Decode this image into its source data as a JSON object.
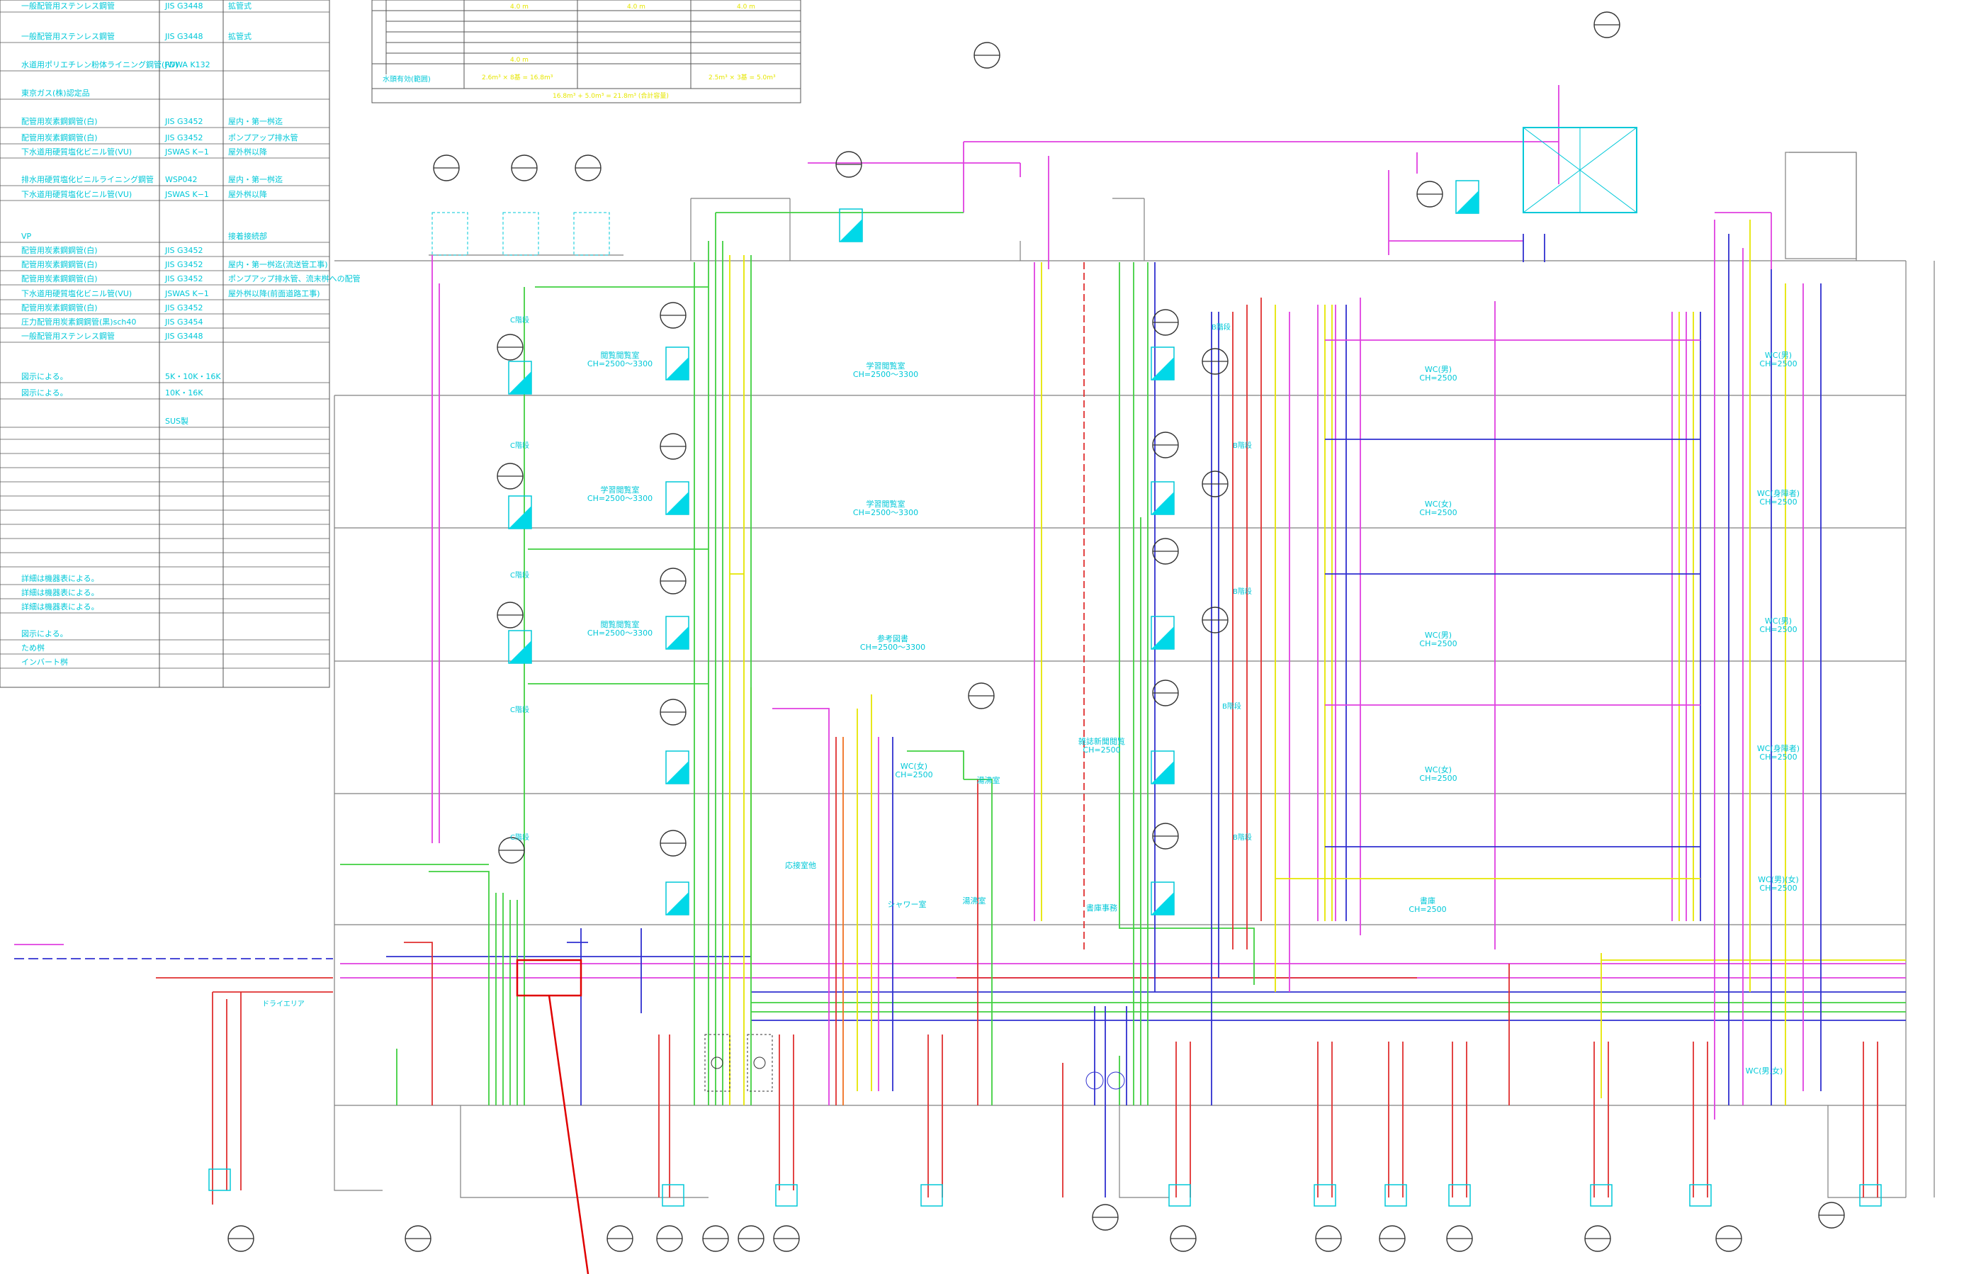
{
  "drawing": {
    "colors": {
      "background": "#ffffff",
      "frame": "#808080",
      "cyan": "#00c8d8",
      "magenta": "#e040e0",
      "green": "#40d040",
      "red": "#e03030",
      "blue": "#3030d0",
      "yellow": "#e6e600",
      "orange": "#f07020",
      "highlight": "#e00000"
    }
  },
  "legend": {
    "rows": [
      {
        "text": "一般配管用ステンレス鋼管",
        "code": "JIS G3448",
        "note": "拡管式"
      },
      {
        "text": "一般配管用ステンレス鋼管",
        "code": "JIS G3448",
        "note": "拡管式"
      },
      {
        "text": "水道用ポリエチレン粉体ライニング鋼管(PD)",
        "code": "JWWA K132",
        "note": ""
      },
      {
        "text": "東京ガス(株)認定品",
        "code": "",
        "note": ""
      },
      {
        "text": "配管用炭素鋼鋼管(白)",
        "code": "JIS G3452",
        "note": "屋内・第一桝迄"
      },
      {
        "text": "配管用炭素鋼鋼管(白)",
        "code": "JIS G3452",
        "note": "ポンプアップ排水管"
      },
      {
        "text": "下水道用硬質塩化ビニル管(VU)",
        "code": "JSWAS K−1",
        "note": "屋外桝以降"
      },
      {
        "text": "排水用硬質塩化ビニルライニング鋼管",
        "code": "WSP042",
        "note": "屋内・第一桝迄"
      },
      {
        "text": "下水道用硬質塩化ビニル管(VU)",
        "code": "JSWAS K−1",
        "note": "屋外桝以降"
      },
      {
        "text": "VP",
        "code": "",
        "note": "接着接続部"
      },
      {
        "text": "配管用炭素鋼鋼管(白)",
        "code": "JIS G3452",
        "note": ""
      },
      {
        "text": "配管用炭素鋼鋼管(白)",
        "code": "JIS G3452",
        "note": "屋内・第一桝迄(流送管工事)"
      },
      {
        "text": "配管用炭素鋼鋼管(白)",
        "code": "JIS G3452",
        "note": "ポンプアップ排水管、流末桝への配管"
      },
      {
        "text": "下水道用硬質塩化ビニル管(VU)",
        "code": "JSWAS K−1",
        "note": "屋外桝以降(前面道路工事)"
      },
      {
        "text": "配管用炭素鋼鋼管(白)",
        "code": "JIS G3452",
        "note": ""
      },
      {
        "text": "圧力配管用炭素鋼鋼管(黒)sch40",
        "code": "JIS G3454",
        "note": ""
      },
      {
        "text": "一般配管用ステンレス鋼管",
        "code": "JIS G3448",
        "note": ""
      },
      {
        "text": "図示による。",
        "code": "5K・10K・16K",
        "note": ""
      },
      {
        "text": "図示による。",
        "code": "10K・16K",
        "note": ""
      },
      {
        "text": "",
        "code": "SUS製",
        "note": ""
      },
      {
        "text": "詳細は機器表による。",
        "code": "",
        "note": ""
      },
      {
        "text": "詳細は機器表による。",
        "code": "",
        "note": ""
      },
      {
        "text": "詳細は機器表による。",
        "code": "",
        "note": ""
      },
      {
        "text": "図示による。",
        "code": "",
        "note": ""
      },
      {
        "text": "ため桝",
        "code": "",
        "note": ""
      },
      {
        "text": "インバート桝",
        "code": "",
        "note": ""
      }
    ]
  },
  "top_table": {
    "col_values": [
      "4.0 m",
      "4.0 m",
      "4.0 m",
      "4.0 m"
    ],
    "footer_left": "水頭有効(範囲)",
    "formula_1": "2.6m³ × 8基 = 16.8m³",
    "formula_2": "2.5m³ × 3基 = 5.0m³",
    "footer_note": "16.8m³ + 5.0m³ = 21.8m³ (合計容量)"
  },
  "rooms": [
    {
      "name": "閲覧閲覧室",
      "ch": "CH=2500〜3300"
    },
    {
      "name": "学習閲覧室",
      "ch": "CH=2500〜3300"
    },
    {
      "name": "閲覧閲覧室",
      "ch": "CH=2500〜3300"
    },
    {
      "name": "学習閲覧室",
      "ch": "CH=2500〜3300"
    },
    {
      "name": "学習閲覧室",
      "ch": "CH=2500〜3300"
    },
    {
      "name": "参考図書",
      "ch": "CH=2500〜3300"
    },
    {
      "name": "WC(女)",
      "ch": "CH=2500"
    },
    {
      "name": "湯沸室",
      "ch": ""
    },
    {
      "name": "応接室他",
      "ch": ""
    },
    {
      "name": "シャワー室",
      "ch": ""
    },
    {
      "name": "湯沸室",
      "ch": ""
    },
    {
      "name": "雑誌新聞閲覧",
      "ch": "CH=2500"
    },
    {
      "name": "書庫事務",
      "ch": ""
    },
    {
      "name": "WC(男)",
      "ch": "CH=2500"
    },
    {
      "name": "WC(女)",
      "ch": "CH=2500"
    },
    {
      "name": "WC(男)",
      "ch": "CH=2500"
    },
    {
      "name": "WC(女)",
      "ch": "CH=2500"
    },
    {
      "name": "書庫",
      "ch": "CH=2500"
    },
    {
      "name": "WC(男)",
      "ch": "CH=2500"
    },
    {
      "name": "WC(身障者)",
      "ch": "CH=2500"
    },
    {
      "name": "WC(男)",
      "ch": "CH=2500"
    },
    {
      "name": "WC(身障者)",
      "ch": "CH=2500"
    },
    {
      "name": "WC(男)(女)",
      "ch": "CH=2500"
    },
    {
      "name": "WC(男,女)",
      "ch": ""
    }
  ],
  "stairs": [
    "C階段",
    "C階段",
    "C階段",
    "C階段",
    "C階段",
    "B階段",
    "B階段",
    "B階段",
    "B階段",
    "B階段"
  ],
  "dry_area": "ドライエリア"
}
